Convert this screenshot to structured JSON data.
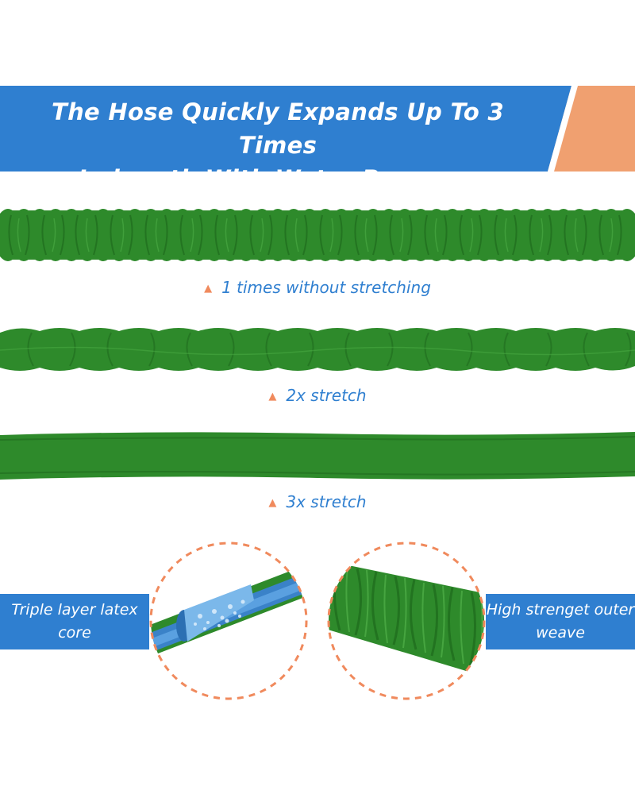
{
  "banner": {
    "line1": "The Hose Quickly Expands Up To 3 Times",
    "line2": "In length With Water Pressure",
    "colors": {
      "blue": "#2f7fd0",
      "orange": "#f08a5d"
    }
  },
  "stages": [
    {
      "caption": "1 times without stretching",
      "marker": "▲"
    },
    {
      "caption": "2x stretch",
      "marker": "▲"
    },
    {
      "caption": "3x stretch",
      "marker": "▲"
    }
  ],
  "details": {
    "left_label": "Triple layer latex core",
    "right_label": "High strenget outer weave"
  },
  "colors": {
    "hose_green": "#2f8a2a",
    "accent_blue": "#2f7fd0",
    "marker_orange": "#f08a5d"
  }
}
